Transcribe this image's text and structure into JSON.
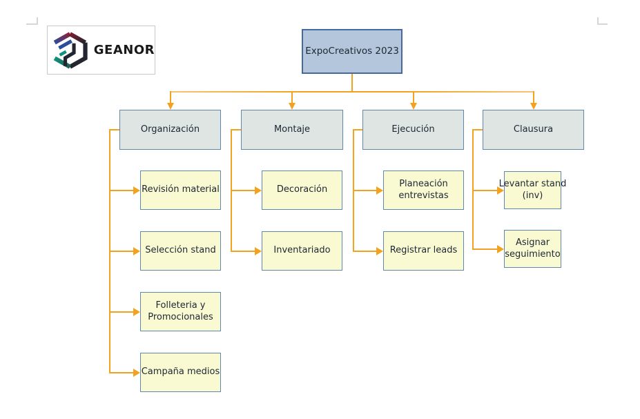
{
  "logo": {
    "text": "GEANOR",
    "icon": "geanor-cube-icon"
  },
  "diagram": {
    "root": "ExpoCreativos 2023",
    "branches": [
      {
        "label": "Organización",
        "children": [
          "Revisión material",
          "Selección stand",
          "Folleteria y Promocionales",
          "Campaña medios"
        ]
      },
      {
        "label": "Montaje",
        "children": [
          "Decoración",
          "Inventariado"
        ]
      },
      {
        "label": "Ejecución",
        "children": [
          "Planeación entrevistas",
          "Registrar leads"
        ]
      },
      {
        "label": "Clausura",
        "children": [
          "Levantar stand (inv)",
          "Asignar seguimiento"
        ]
      }
    ]
  },
  "colors": {
    "root_fill": "#b3c6dc",
    "root_border": "#44699b",
    "node_fill": "#dee5e3",
    "node_border": "#5d87ae",
    "leaf_fill": "#fafad2",
    "leaf_border": "#5d87ae",
    "connector": "#f2a21f",
    "text": "#1d2733"
  }
}
